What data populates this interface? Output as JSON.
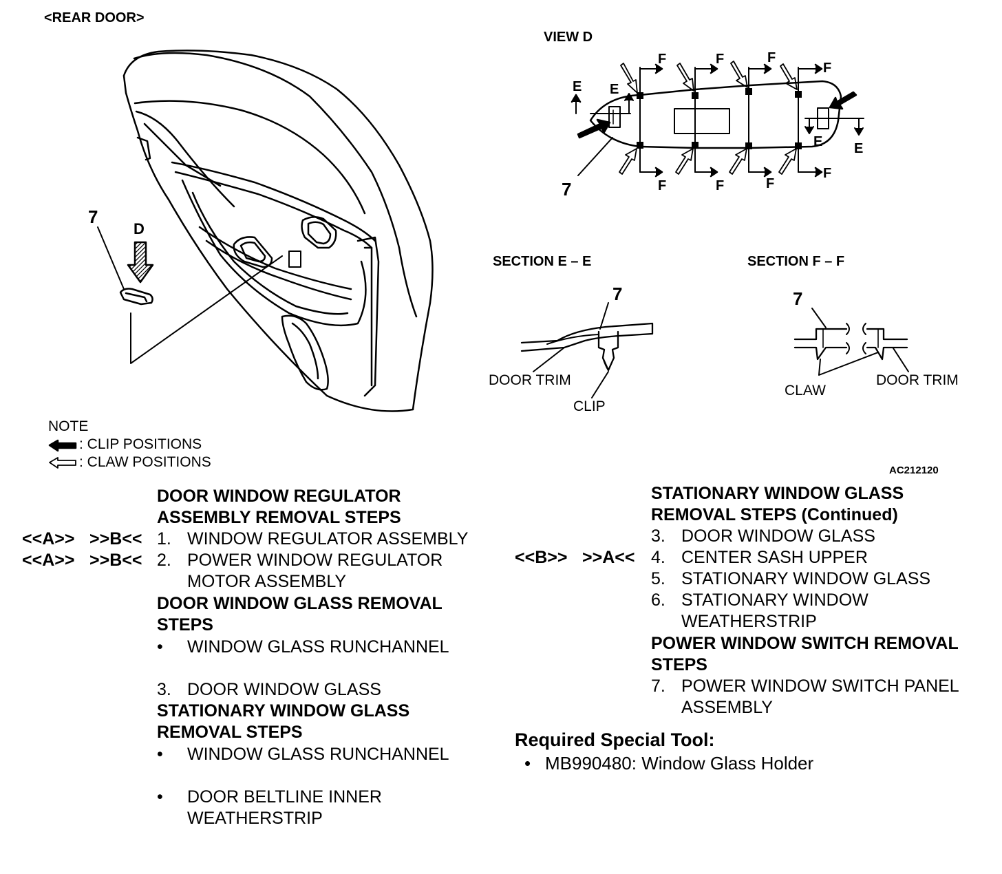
{
  "figure": {
    "header": "<REAR DOOR>",
    "view_d": "VIEW D",
    "section_e": "SECTION E – E",
    "section_f": "SECTION F – F",
    "code": "AC212120",
    "part_number": "7",
    "view_letter": "D",
    "letter_e": "E",
    "letter_f": "F",
    "door_trim": "DOOR TRIM",
    "clip": "CLIP",
    "claw": "CLAW",
    "note": {
      "title": "NOTE",
      "clip_positions": ": CLIP POSITIONS",
      "claw_positions": ": CLAW POSITIONS"
    }
  },
  "steps_left": {
    "heading1_line1": "DOOR WINDOW REGULATOR",
    "heading1_line2": "ASSEMBLY REMOVAL STEPS",
    "step1": {
      "tag_a": "<<A>>",
      "tag_b": ">>B<<",
      "num": "1.",
      "text": "WINDOW REGULATOR ASSEMBLY"
    },
    "step2": {
      "tag_a": "<<A>>",
      "tag_b": ">>B<<",
      "num": "2.",
      "text_line1": "POWER WINDOW REGULATOR",
      "text_line2": "MOTOR ASSEMBLY"
    },
    "heading2_line1": "DOOR WINDOW GLASS REMOVAL",
    "heading2_line2": "STEPS",
    "bullet1": "WINDOW GLASS RUNCHANNEL",
    "step3": {
      "num": "3.",
      "text": "DOOR WINDOW GLASS"
    },
    "heading3_line1": "STATIONARY WINDOW GLASS",
    "heading3_line2": "REMOVAL STEPS",
    "bullet2": "WINDOW GLASS RUNCHANNEL",
    "bullet3_line1": "DOOR BELTLINE INNER",
    "bullet3_line2": "WEATHERSTRIP"
  },
  "steps_right": {
    "heading1_line1": "STATIONARY WINDOW GLASS",
    "heading1_line2": "REMOVAL STEPS (Continued)",
    "step3": {
      "num": "3.",
      "text": "DOOR WINDOW GLASS"
    },
    "step4": {
      "tag_a": "<<B>>",
      "tag_b": ">>A<<",
      "num": "4.",
      "text": "CENTER SASH UPPER"
    },
    "step5": {
      "num": "5.",
      "text": "STATIONARY WINDOW GLASS"
    },
    "step6": {
      "num": "6.",
      "text_line1": "STATIONARY WINDOW",
      "text_line2": "WEATHERSTRIP"
    },
    "heading2_line1": "POWER WINDOW SWITCH REMOVAL",
    "heading2_line2": "STEPS",
    "step7": {
      "num": "7.",
      "text_line1": "POWER WINDOW SWITCH PANEL",
      "text_line2": "ASSEMBLY"
    },
    "tool_heading": "Required Special Tool:",
    "tool": "MB990480: Window Glass Holder"
  },
  "bullet_glyph": "•"
}
